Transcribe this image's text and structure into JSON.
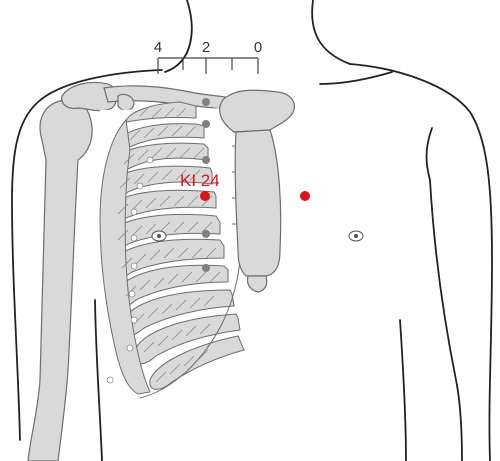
{
  "scale": {
    "tick_labels": [
      "4",
      "2",
      "0"
    ]
  },
  "points": {
    "primary_label": "KI 24"
  },
  "colors": {
    "acupoint": "#d8141c",
    "bone_fill": "#d9d9d9",
    "bone_stroke": "#6e6e6e",
    "bone_marker": "#808080",
    "outline": "#222222"
  }
}
